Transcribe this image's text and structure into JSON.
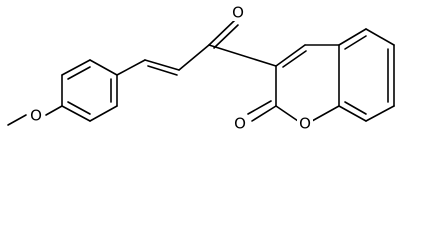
{
  "diagram": {
    "type": "skeletal-structure",
    "atom_labels": {
      "methoxy_oxygen": "O",
      "carbonyl_oxygen": "O",
      "lactone_carbonyl_oxygen": "O",
      "ring_oxygen": "O"
    },
    "colors": {
      "bond": "#000000",
      "label": "#000000",
      "background": "#ffffff"
    }
  }
}
